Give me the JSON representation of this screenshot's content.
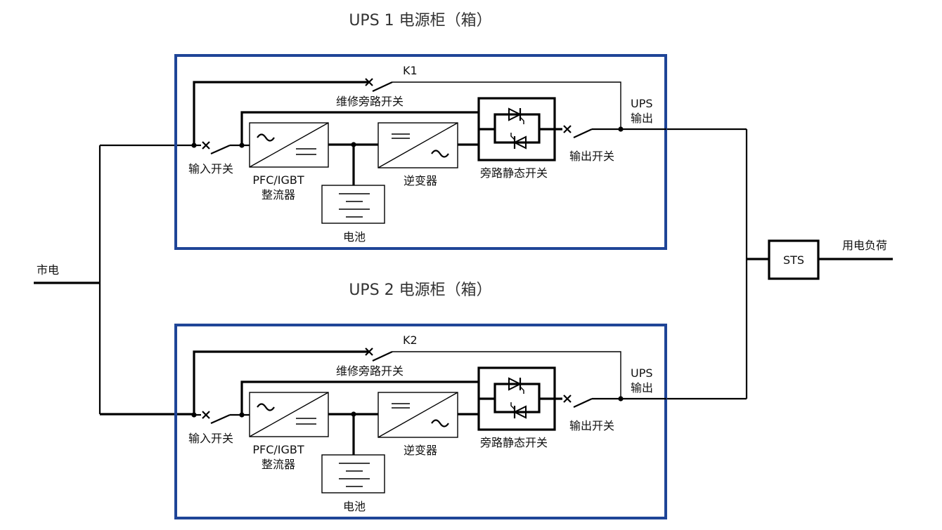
{
  "colors": {
    "cabinet_border": "#1f4597",
    "wire": "#000000",
    "title_text": "#333333"
  },
  "mains_label": "市电",
  "sts_label": "STS",
  "load_label": "用电负荷",
  "cabinets": [
    {
      "title": "UPS 1 电源柜（箱）",
      "bypass_switch_id": "K1",
      "bypass_switch_label": "维修旁路开关",
      "input_switch_label": "输入开关",
      "rectifier_label_1": "PFC/IGBT",
      "rectifier_label_2": "整流器",
      "battery_label": "电池",
      "inverter_label": "逆变器",
      "static_switch_label": "旁路静态开关",
      "output_switch_label": "输出开关",
      "ups_output_label_1": "UPS",
      "ups_output_label_2": "输出"
    },
    {
      "title": "UPS 2 电源柜（箱）",
      "bypass_switch_id": "K2",
      "bypass_switch_label": "维修旁路开关",
      "input_switch_label": "输入开关",
      "rectifier_label_1": "PFC/IGBT",
      "rectifier_label_2": "整流器",
      "battery_label": "电池",
      "inverter_label": "逆变器",
      "static_switch_label": "旁路静态开关",
      "output_switch_label": "输出开关",
      "ups_output_label_1": "UPS",
      "ups_output_label_2": "输出"
    }
  ]
}
